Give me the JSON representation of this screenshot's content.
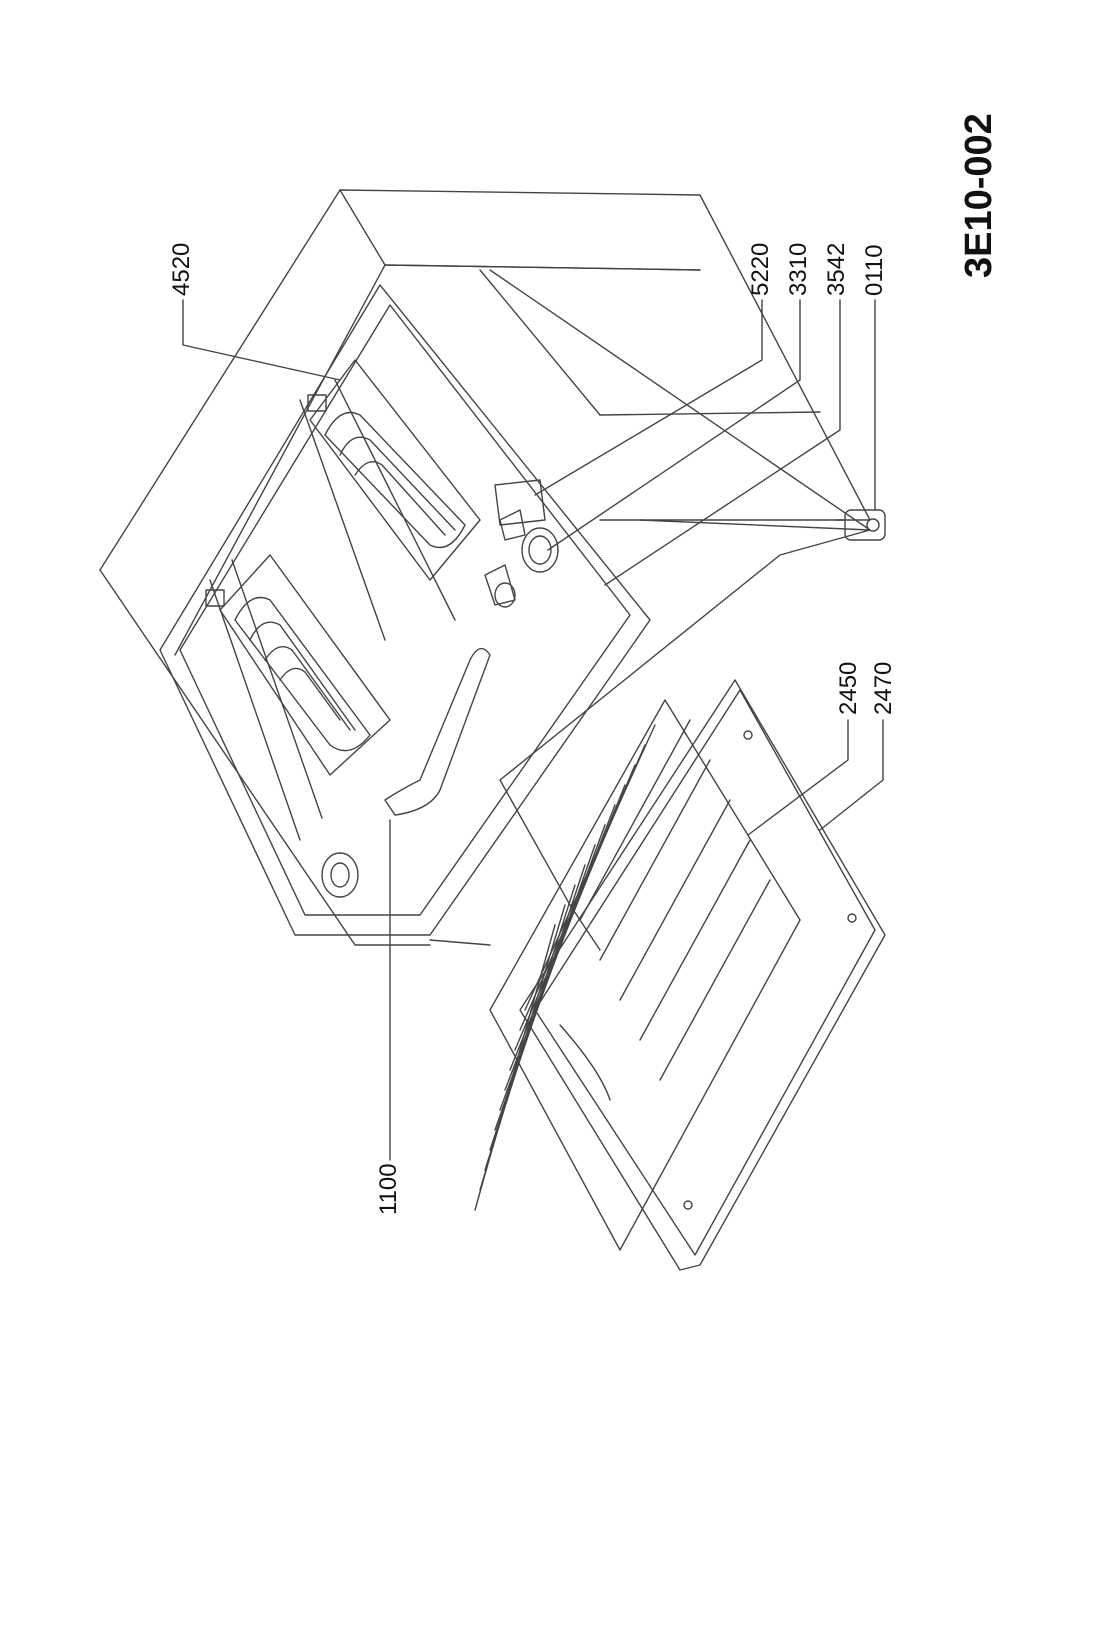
{
  "drawing_code": "3E10-002",
  "part_labels": {
    "p4520": "4520",
    "p5220": "5220",
    "p3310": "3310",
    "p3542": "3542",
    "p0110": "0110",
    "p2450": "2450",
    "p2470": "2470",
    "p1100": "1100"
  },
  "colors": {
    "line": "#444444",
    "background": "#ffffff"
  }
}
